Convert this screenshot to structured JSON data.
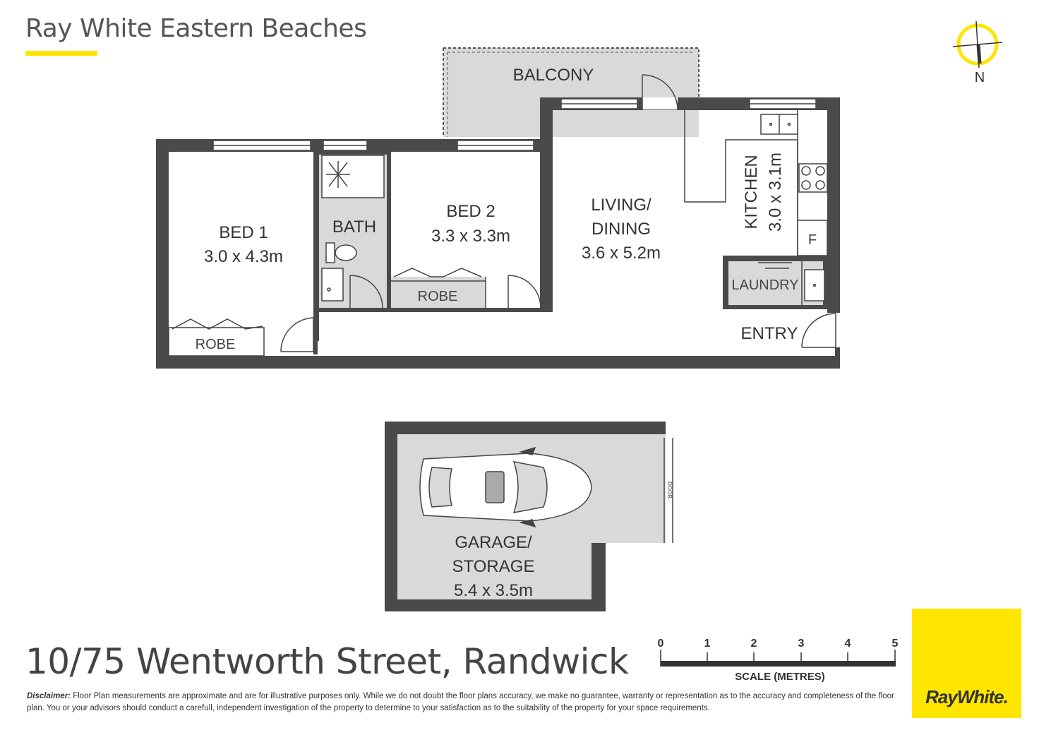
{
  "header": {
    "agency_name": "Ray White Eastern Beaches"
  },
  "compass": {
    "label": "N"
  },
  "rooms": {
    "balcony": "BALCONY",
    "bed1_name": "BED 1",
    "bed1_size": "3.0 x 4.3m",
    "bath": "BATH",
    "bed2_name": "BED 2",
    "bed2_size": "3.3 x 3.3m",
    "living_line1": "LIVING/",
    "living_line2": "DINING",
    "living_size": "3.6 x 5.2m",
    "kitchen_name": "KITCHEN",
    "kitchen_size": "3.0 x 3.1m",
    "fridge": "F",
    "laundry": "LAUNDRY",
    "entry": "ENTRY",
    "robe1": "ROBE",
    "robe2": "ROBE",
    "garage_line1": "GARAGE/",
    "garage_line2": "STORAGE",
    "garage_size": "5.4 x 3.5m",
    "garage_door": "DOOR"
  },
  "address": "10/75 Wentworth Street, Randwick",
  "scale": {
    "ticks": [
      "0",
      "1",
      "2",
      "3",
      "4",
      "5"
    ],
    "label": "SCALE (METRES)"
  },
  "disclaimer": {
    "label": "Disclaimer:",
    "text": "Floor Plan measurements are approximate and are for illustrative purposes only. While we do not doubt the floor plans accuracy, we make no guarantee, warranty or representation as to the accuracy and completeness of the floor plan. You or your advisors should conduct a carefull, independent investigation of the property to determine to your satisfaction as to the suitability of the property for your space requirements."
  },
  "logo": {
    "text": "RayWhite."
  },
  "colors": {
    "wall": "#4a4a4a",
    "wet_area": "#d9d9d9",
    "brand_yellow": "#ffe600"
  }
}
